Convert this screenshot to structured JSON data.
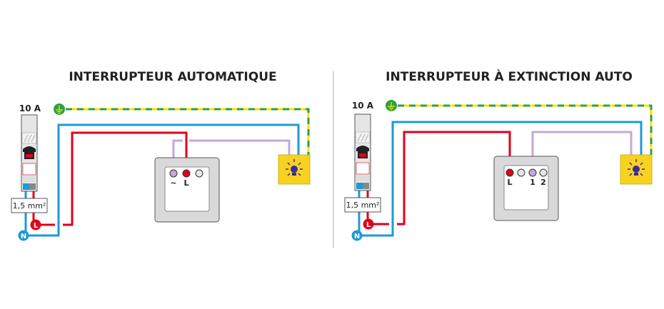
{
  "panels": [
    {
      "title": "INTERRUPTEUR AUTOMATIQUE",
      "breaker_rating": "10 A",
      "cable_section": "1,5 mm²",
      "neutral_label": "N",
      "line_label": "L",
      "switch_terminals": [
        "~",
        "L"
      ]
    },
    {
      "title": "INTERRUPTEUR À EXTINCTION AUTO",
      "breaker_rating": "10 A",
      "cable_section": "1,5 mm²",
      "neutral_label": "N",
      "line_label": "L",
      "switch_terminals": [
        "L",
        "1",
        "2"
      ]
    }
  ],
  "colors": {
    "neutral": "#1e9ad6",
    "line": "#e2001a",
    "return": "#c5a8d6",
    "earth_green": "#2ea043",
    "earth_yellow": "#ffe000",
    "lamp": "#f7d21e",
    "switch_plate": "#d9d9d9"
  },
  "icons": [
    "earth-icon",
    "lamp-icon",
    "circuit-breaker-icon",
    "wall-switch-icon"
  ]
}
